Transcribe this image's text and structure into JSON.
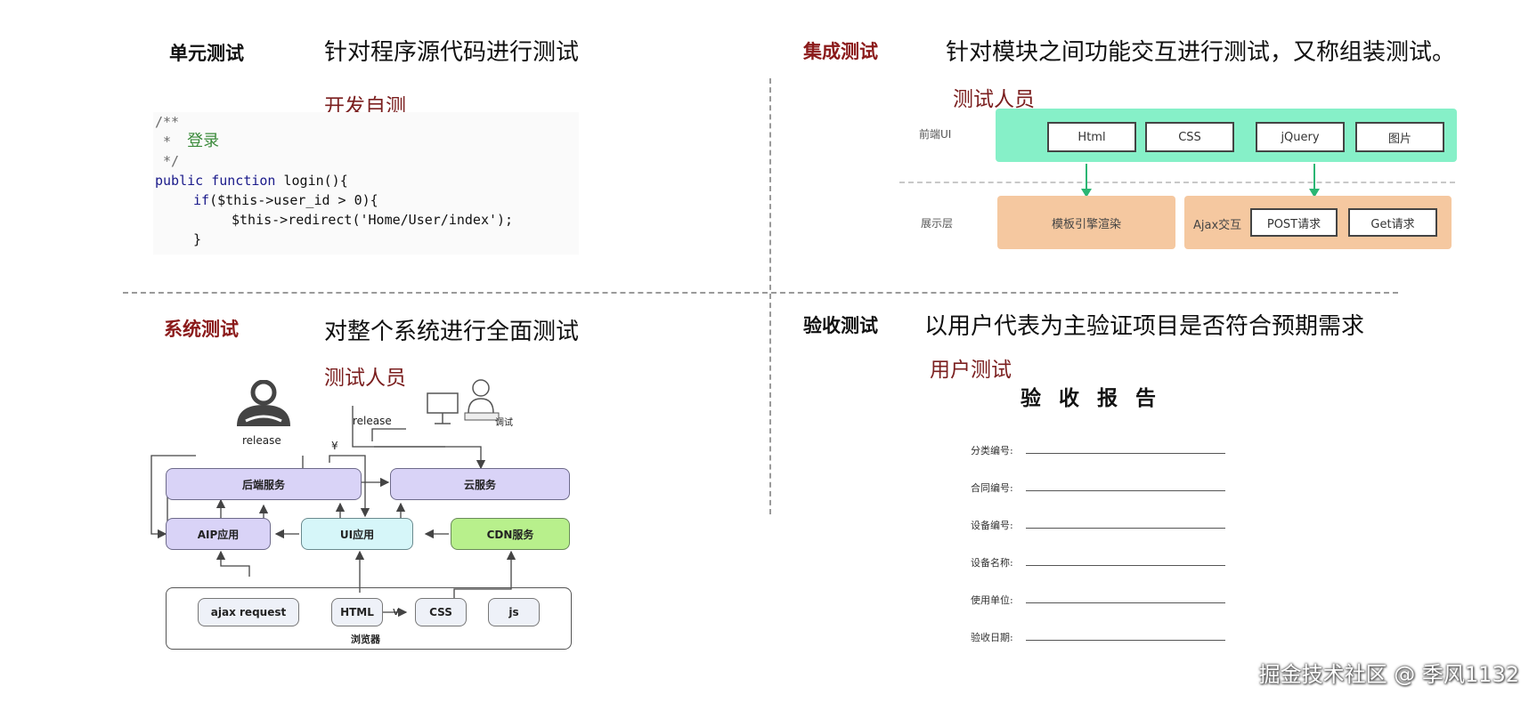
{
  "unit": {
    "title": "单元测试",
    "description": "针对程序源代码进行测试",
    "performer": "开发自测",
    "code_lines": {
      "l1": "/**",
      "l2_prefix": " *  ",
      "l2_text": "登录",
      "l3": " */",
      "l4_kw": "public function",
      "l4_rest": " login(){",
      "l5_kw": "if",
      "l5_rest": "($this->user_id > 0){",
      "l6": "$this->redirect('Home/User/index');",
      "l7": "}"
    }
  },
  "integration": {
    "title": "集成测试",
    "description": "针对模块之间功能交互进行测试，又称组装测试。",
    "performer": "测试人员",
    "layer_front": "前端UI",
    "layer_display": "展示层",
    "front_items": [
      "Html",
      "CSS",
      "jQuery",
      "图片"
    ],
    "template_engine": "模板引擎渲染",
    "ajax_label": "Ajax交互",
    "requests": [
      "POST请求",
      "Get请求"
    ]
  },
  "system": {
    "title": "系统测试",
    "description": "对整个系统进行全面测试",
    "performer": "测试人员",
    "release_left": "release",
    "release_mid": "release",
    "small_mark": "¥",
    "small_label": "调试",
    "backend": "后端服务",
    "cloud": "云服务",
    "aip": "AIP应用",
    "ui_app": "UI应用",
    "cdn": "CDN服务",
    "browser_items": [
      "ajax request",
      "HTML",
      "CSS",
      "js"
    ],
    "browser_v": "v",
    "browser": "浏览器"
  },
  "acceptance": {
    "title": "验收测试",
    "description": "以用户代表为主验证项目是否符合预期需求",
    "performer": "用户测试",
    "report_title": "验收报告",
    "fields": [
      "分类编号:",
      "合同编号:",
      "设备编号:",
      "设备名称:",
      "使用单位:",
      "验收日期:"
    ]
  },
  "watermark": "掘金技术社区 @ 季风1132",
  "colors": {
    "title_dark": "#111111",
    "title_red": "#8b1a1a",
    "performer": "#7b1f1f",
    "front_layer": "#86f0c8",
    "display_layer": "#f5c8a0",
    "arrow_green": "#2bb673"
  }
}
